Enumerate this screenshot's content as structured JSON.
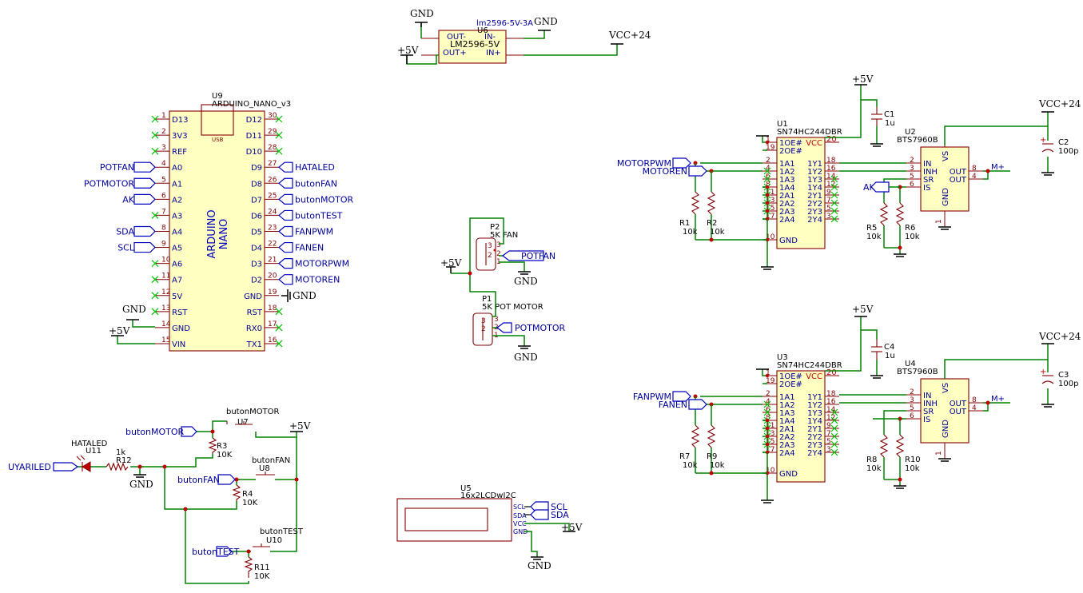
{
  "schematic": {
    "power": {
      "gnd": "GND",
      "p5v": "+5V",
      "vcc24": "VCC+24"
    },
    "u6": {
      "ref": "U6",
      "value": "lm2596-5V-3A",
      "body_label": "LM2596-5V",
      "pins": [
        "OUT-",
        "OUT+",
        "IN-",
        "IN+"
      ]
    },
    "u9": {
      "ref": "U9",
      "value": "ARDUINO_NANO_v3",
      "usb": "USB",
      "body_line1": "ARDUINO",
      "body_line2": "NANO",
      "left_pins": [
        {
          "num": "1",
          "name": "D13"
        },
        {
          "num": "2",
          "name": "3V3"
        },
        {
          "num": "3",
          "name": "REF"
        },
        {
          "num": "4",
          "name": "A0"
        },
        {
          "num": "5",
          "name": "A1"
        },
        {
          "num": "6",
          "name": "A2"
        },
        {
          "num": "7",
          "name": "A3"
        },
        {
          "num": "8",
          "name": "A4"
        },
        {
          "num": "9",
          "name": "A5"
        },
        {
          "num": "10",
          "name": "A6"
        },
        {
          "num": "11",
          "name": "A7"
        },
        {
          "num": "12",
          "name": "5V"
        },
        {
          "num": "13",
          "name": "RST"
        },
        {
          "num": "14",
          "name": "GND"
        },
        {
          "num": "15",
          "name": "VIN"
        }
      ],
      "right_pins": [
        {
          "num": "30",
          "name": "D12"
        },
        {
          "num": "29",
          "name": "D11"
        },
        {
          "num": "28",
          "name": "D10"
        },
        {
          "num": "27",
          "name": "D9"
        },
        {
          "num": "26",
          "name": "D8"
        },
        {
          "num": "25",
          "name": "D7"
        },
        {
          "num": "24",
          "name": "D6"
        },
        {
          "num": "23",
          "name": "D5"
        },
        {
          "num": "22",
          "name": "D4"
        },
        {
          "num": "21",
          "name": "D3"
        },
        {
          "num": "20",
          "name": "D2"
        },
        {
          "num": "19",
          "name": "GND"
        },
        {
          "num": "18",
          "name": "RST"
        },
        {
          "num": "17",
          "name": "RX0"
        },
        {
          "num": "16",
          "name": "TX1"
        }
      ],
      "left_labels": {
        "A0": "POTFAN",
        "A1": "POTMOTOR",
        "A2": "AK",
        "A4": "SDA",
        "A5": "SCL"
      },
      "right_labels": {
        "D9": "HATALED",
        "D8": "butonFAN",
        "D7": "butonMOTOR",
        "D6": "butonTEST",
        "D5": "FANPWM",
        "D4": "FANEN",
        "D3": "MOTORPWM",
        "D2": "MOTOREN"
      }
    },
    "p2": {
      "ref": "P2",
      "value": "5K FAN",
      "pins": [
        "3",
        "2",
        "1"
      ],
      "net": "POTFAN"
    },
    "p1": {
      "ref": "P1",
      "value": "5K POT MOTOR",
      "pins": [
        "3",
        "2",
        "1"
      ],
      "net": "POTMOTOR"
    },
    "buf_top": {
      "ref": "U1",
      "value": "SN74HC244DBR",
      "left_pins": [
        {
          "num": "1",
          "name": "1OE#"
        },
        {
          "num": "19",
          "name": "2OE#"
        },
        {
          "num": "2",
          "name": "1A1"
        },
        {
          "num": "4",
          "name": "1A2"
        },
        {
          "num": "6",
          "name": "1A3"
        },
        {
          "num": "8",
          "name": "1A4"
        },
        {
          "num": "11",
          "name": "2A1"
        },
        {
          "num": "13",
          "name": "2A2"
        },
        {
          "num": "15",
          "name": "2A3"
        },
        {
          "num": "17",
          "name": "2A4"
        },
        {
          "num": "10",
          "name": "GND"
        }
      ],
      "right_pins": [
        {
          "num": "20",
          "name": "VCC"
        },
        {
          "num": "18",
          "name": "1Y1"
        },
        {
          "num": "16",
          "name": "1Y2"
        },
        {
          "num": "14",
          "name": "1Y3"
        },
        {
          "num": "12",
          "name": "1Y4"
        },
        {
          "num": "9",
          "name": "2Y1"
        },
        {
          "num": "7",
          "name": "2Y2"
        },
        {
          "num": "5",
          "name": "2Y3"
        },
        {
          "num": "3",
          "name": "2Y4"
        }
      ],
      "in_nets": [
        "MOTORPWM",
        "MOTOREN"
      ]
    },
    "buf_bot": {
      "ref": "U3",
      "value": "SN74HC244DBR",
      "in_nets": [
        "FANPWM",
        "FANEN"
      ]
    },
    "drv_top": {
      "ref": "U2",
      "value": "BTS7960B",
      "left_pins": [
        {
          "num": "2",
          "name": "IN"
        },
        {
          "num": "3",
          "name": "INH"
        },
        {
          "num": "5",
          "name": "SR"
        },
        {
          "num": "6",
          "name": "IS"
        }
      ],
      "right_pins": [
        {
          "num": "8",
          "name": "OUT"
        },
        {
          "num": "4",
          "name": "OUT"
        }
      ],
      "top_pin": "VS",
      "bottom_pin": "GND",
      "bottom_num": "1",
      "out_net": "M+",
      "is_net": "AK"
    },
    "drv_bot": {
      "ref": "U4",
      "value": "BTS7960B",
      "out_net": "M+"
    },
    "caps": {
      "c1": {
        "ref": "C1",
        "value": "1u"
      },
      "c2": {
        "ref": "C2",
        "value": "100p"
      },
      "c3": {
        "ref": "C3",
        "value": "100p"
      },
      "c4": {
        "ref": "C4",
        "value": "1u"
      }
    },
    "resistors": {
      "r1": {
        "ref": "R1",
        "value": "10k"
      },
      "r2": {
        "ref": "R2",
        "value": "10k"
      },
      "r5": {
        "ref": "R5",
        "value": "10k"
      },
      "r6": {
        "ref": "R6",
        "value": "10k"
      },
      "r7": {
        "ref": "R7",
        "value": "10k"
      },
      "r9": {
        "ref": "R9",
        "value": "10k"
      },
      "r8": {
        "ref": "R8",
        "value": "10k"
      },
      "r10": {
        "ref": "R10",
        "value": "10k"
      },
      "r3": {
        "ref": "R3",
        "value": "10K"
      },
      "r4": {
        "ref": "R4",
        "value": "10K"
      },
      "r11": {
        "ref": "R11",
        "value": "10K"
      },
      "r12": {
        "ref": "R12",
        "value": "1k"
      }
    },
    "led": {
      "ref": "U11",
      "value": "HATALED",
      "net": "UYARILED"
    },
    "switches": {
      "u7": {
        "ref": "U7",
        "value": "butonMOTOR",
        "net": "butonMOTOR"
      },
      "u8": {
        "ref": "U8",
        "value": "butonFAN",
        "net": "butonFAN"
      },
      "u10": {
        "ref": "U10",
        "value": "butonTEST",
        "net": "butonTEST"
      }
    },
    "lcd": {
      "ref": "U5",
      "value": "16x2LCDwI2C",
      "pins": [
        "SCL",
        "SDA",
        "VCC",
        "GND"
      ],
      "nets": [
        "SCL",
        "SDA"
      ]
    },
    "plus": "+"
  }
}
